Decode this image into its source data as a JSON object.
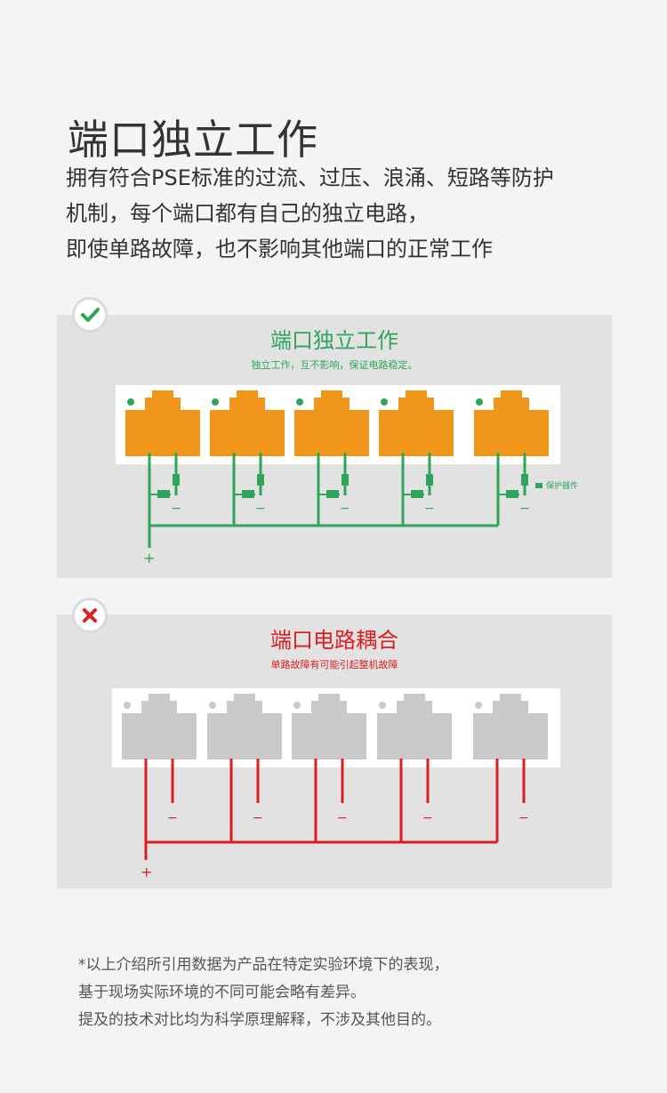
{
  "header": {
    "title": "端口独立工作",
    "intro_lines": [
      "拥有符合PSE标准的过流、过压、浪涌、短路等防护",
      "机制，每个端口都有自己的独立电路，",
      "即使单路故障，也不影响其他端口的正常工作"
    ]
  },
  "panel_ok": {
    "icon": "check-icon",
    "title": "端口独立工作",
    "subtitle": "独立工作，互不影响，保证电路稳定。",
    "legend_label": "保护器件",
    "minus_label": "−",
    "plus_label": "+",
    "port_color": "#f0971b",
    "wire_color": "#2ea55a"
  },
  "panel_bad": {
    "icon": "close-icon",
    "title": "端口电路耦合",
    "subtitle": "单路故障有可能引起整机故障",
    "minus_label": "−",
    "plus_label": "+",
    "port_color": "#c9c9c9",
    "wire_color": "#d91f1f"
  },
  "footnote": {
    "lines": [
      "*以上介绍所引用数据为产品在特定实验环境下的表现，",
      "基于现场实际环境的不同可能会略有差异。",
      "提及的技术对比均为科学原理解释，不涉及其他目的。"
    ]
  }
}
